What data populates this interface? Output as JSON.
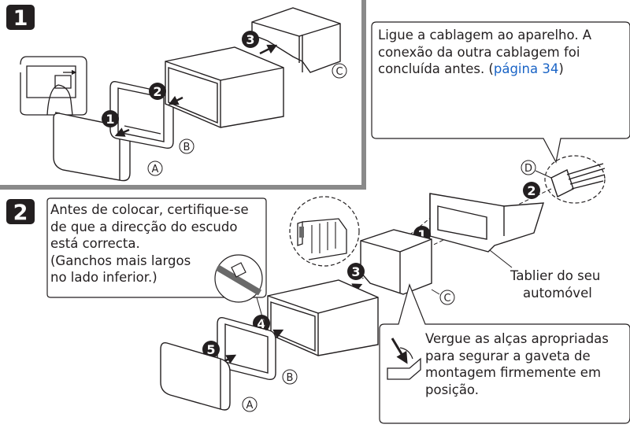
{
  "steps": {
    "step1": "1",
    "step2": "2"
  },
  "callouts": {
    "top_right": {
      "lines": [
        "Ligue a cablagem ao aparelho. A",
        "conexão da outra cablagem foi"
      ],
      "line3_prefix": "concluída antes. (",
      "link": "página 34",
      "line3_suffix": ")"
    },
    "left": {
      "lines": [
        "Antes de colocar, certifique-se",
        "de que a direcção do escudo",
        "está correcta.",
        "(Ganchos mais largos",
        "no lado inferior.)"
      ]
    },
    "dashboard": {
      "lines": [
        "Tablier do seu",
        "automóvel"
      ]
    },
    "bottom_right": {
      "lines": [
        "Vergue as alças apropriadas",
        "para segurar a gaveta de",
        "montagem firmemente em",
        "posição."
      ]
    }
  },
  "part_labels": {
    "a": "A",
    "b": "B",
    "c": "C",
    "d": "D"
  },
  "arrow_numbers": {
    "n1": "1",
    "n2": "2",
    "n3": "3",
    "n4": "4",
    "n5": "5"
  }
}
